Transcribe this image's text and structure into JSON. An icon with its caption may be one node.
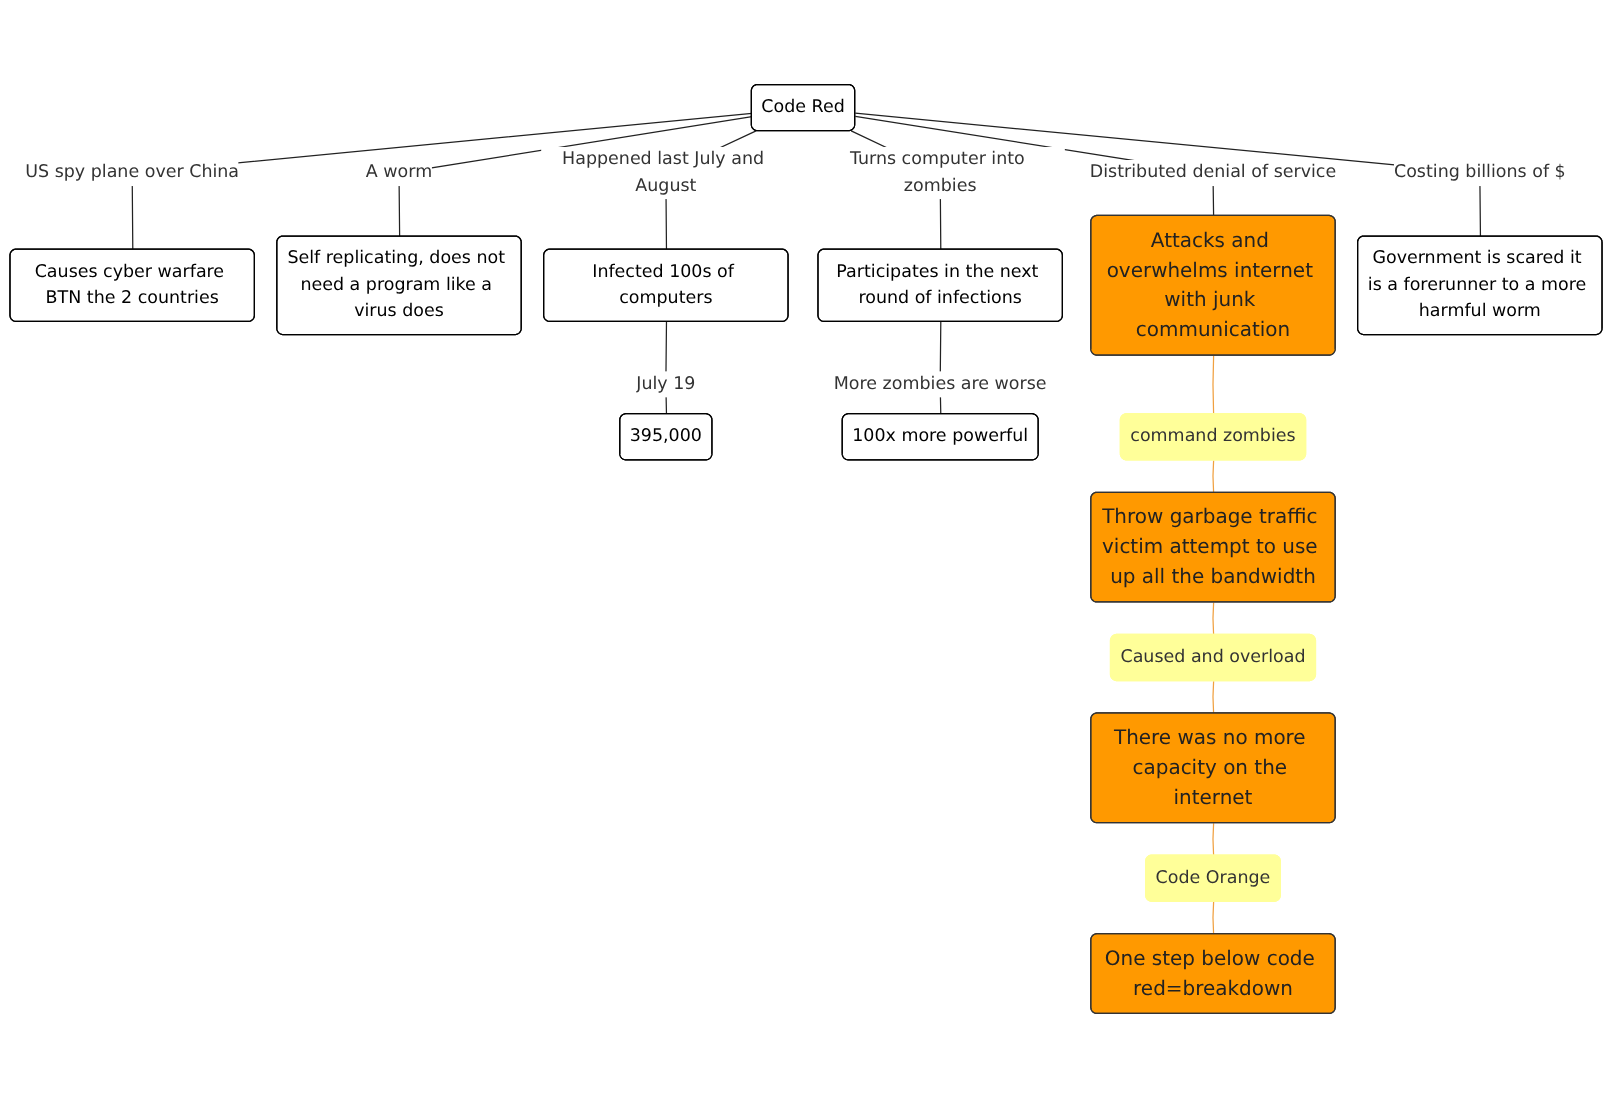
{
  "diagram": {
    "nodes": [
      {
        "text": [
          "Code Red"
        ]
      },
      {
        "text": [
          "Causes cyber warfare BTN the 2 countries"
        ]
      },
      {
        "text": [
          "Self replicating, does not need a program like a virus does"
        ]
      },
      {
        "text": [
          "Participates in the next round of infections"
        ]
      },
      {
        "text": [
          "Infected 100s of computers"
        ]
      },
      {
        "text": [
          "Attacks and overwhelms internet with junk communication"
        ]
      },
      {
        "text": [
          "395,000"
        ]
      },
      {
        "text": [
          "Government is scared it is a forerunner to a more harmful worm"
        ]
      },
      {
        "text": [
          "100x more powerful"
        ]
      },
      {
        "text": [
          "command zombies"
        ]
      },
      {
        "text": [
          "Throw garbage traffic victim attempt to use up all the bandwidth"
        ]
      },
      {
        "text": [
          "Caused and overload"
        ]
      },
      {
        "text": [
          "There was no more capacity on the internet"
        ]
      },
      {
        "text": [
          "Code Orange"
        ]
      },
      {
        "text": [
          "One step below code red=breakdown"
        ]
      }
    ],
    "edges": [
      {
        "from": 0,
        "to": 2,
        "arrow": "none",
        "label": "A worm"
      },
      {
        "from": 0,
        "to": 4,
        "arrow": "none",
        "label": "Happened last July and August"
      },
      {
        "from": 4,
        "to": 6,
        "arrow": "none",
        "label": "July 19"
      },
      {
        "from": 0,
        "to": 5,
        "arrow": "none",
        "label": "Distributed denial of service"
      },
      {
        "from": 0,
        "to": 7,
        "arrow": "none",
        "label": "Costing billions of $"
      },
      {
        "from": 0,
        "to": 3,
        "arrow": "none",
        "label": "Turns computer into zombies"
      },
      {
        "from": 0,
        "to": 1,
        "arrow": "none",
        "label": "US spy plane over China"
      },
      {
        "from": 3,
        "to": 8,
        "arrow": "none",
        "label": "More zombies are worse"
      },
      {
        "from": 5,
        "to": 9,
        "arrow": "none",
        "color": "#f0a040"
      },
      {
        "from": 9,
        "to": 10,
        "arrow": "none",
        "color": "#f0a040"
      },
      {
        "from": 10,
        "to": 11,
        "arrow": "none",
        "color": "#f0a040"
      },
      {
        "from": 11,
        "to": 12,
        "arrow": "none",
        "color": "#f0a040"
      },
      {
        "from": 12,
        "to": 13,
        "arrow": "none",
        "color": "#f0a040"
      },
      {
        "from": 13,
        "to": 14,
        "arrow": "none",
        "color": "#f0a040"
      }
    ]
  }
}
